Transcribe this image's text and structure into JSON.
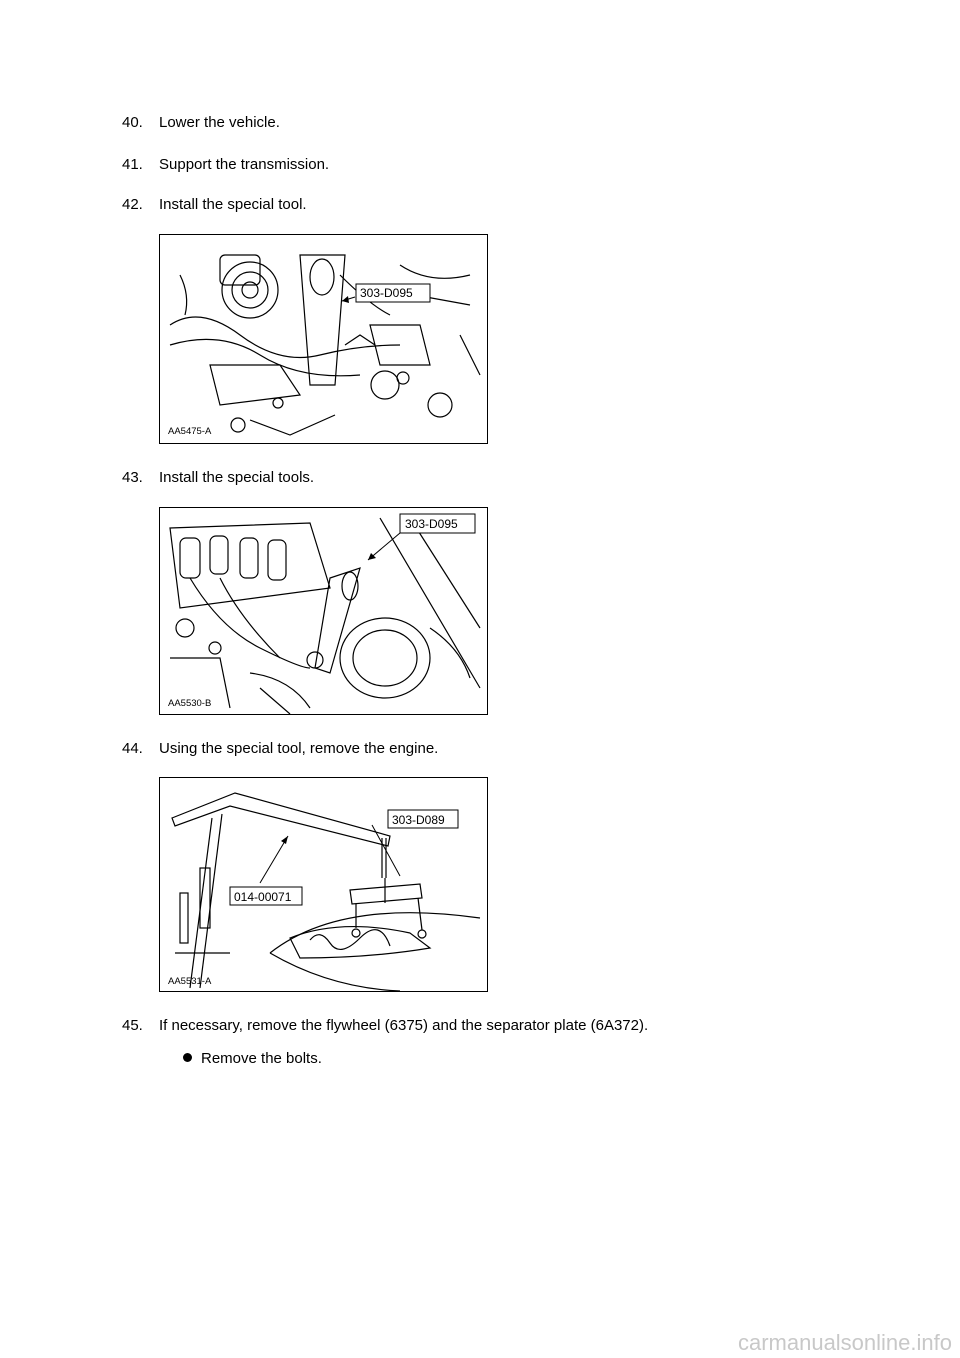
{
  "steps": [
    {
      "num": "40.",
      "text": "Lower the vehicle."
    },
    {
      "num": "41.",
      "text": "Support the transmission."
    },
    {
      "num": "42.",
      "text": "Install the special tool."
    },
    {
      "num": "43.",
      "text": "Install the special tools."
    },
    {
      "num": "44.",
      "text": "Using the special tool, remove the engine."
    },
    {
      "num": "45.",
      "text": "If necessary, remove the flywheel (6375) and the separator plate (6A372)."
    }
  ],
  "figures": [
    {
      "id": "AA5475-A",
      "callouts": [
        "303-D095"
      ]
    },
    {
      "id": "AA5530-B",
      "callouts": [
        "303-D095"
      ]
    },
    {
      "id": "AA5531-A",
      "callouts": [
        "303-D089",
        "014-00071"
      ]
    }
  ],
  "bullets": [
    "Remove the bolts."
  ],
  "watermark": "carmanualsonline.info"
}
